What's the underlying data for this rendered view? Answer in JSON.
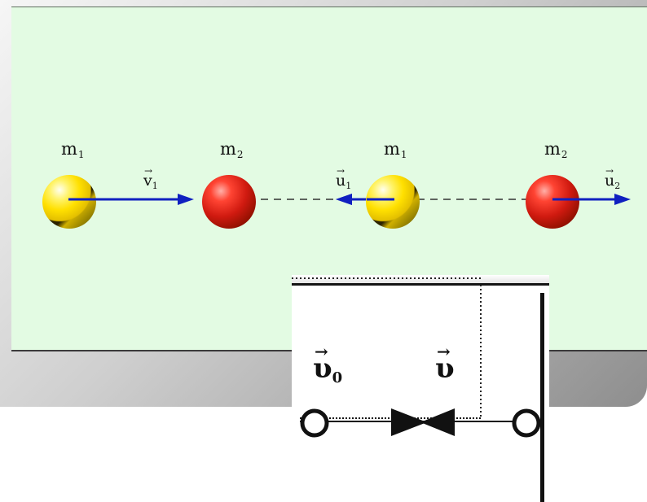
{
  "scene": {
    "labels": [
      {
        "id": "m1-before",
        "base": "m",
        "sub": "1"
      },
      {
        "id": "m2-before",
        "base": "m",
        "sub": "2"
      },
      {
        "id": "m1-after",
        "base": "m",
        "sub": "1"
      },
      {
        "id": "m2-after",
        "base": "m",
        "sub": "2"
      }
    ],
    "vectors": [
      {
        "id": "v1",
        "base": "v",
        "sub": "1",
        "arrow": "→"
      },
      {
        "id": "u1",
        "base": "u",
        "sub": "1",
        "arrow": "→"
      },
      {
        "id": "u2",
        "base": "u",
        "sub": "2",
        "arrow": "→"
      }
    ],
    "colors": {
      "panel": "#e3fbe3",
      "velocity_arrow": "#1020c0",
      "ball_m1": "#ffe000",
      "ball_m2": "#d01a10"
    }
  },
  "inset": {
    "vectors": [
      {
        "id": "v0",
        "base": "υ",
        "sub": "0",
        "arrow": "→"
      },
      {
        "id": "v",
        "base": "υ",
        "sub": "",
        "arrow": "→"
      }
    ]
  }
}
